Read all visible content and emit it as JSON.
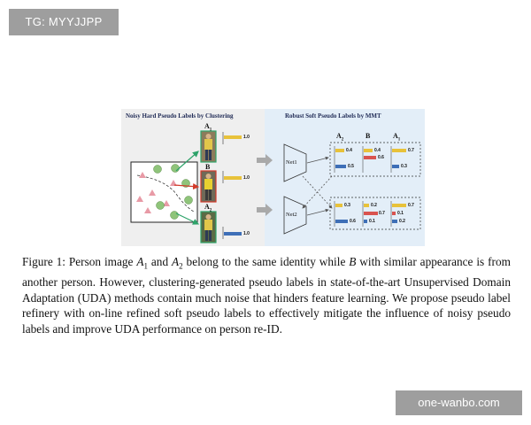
{
  "watermarks": {
    "top_left": "TG: MYYJJPP",
    "bottom_right": "one-wanbo.com"
  },
  "figure": {
    "left_title": "Noisy Hard Pseudo Labels by Clustering",
    "right_title": "Robust Soft Pseudo Labels by MMT",
    "persons": [
      {
        "label": "A",
        "sub": "1",
        "score": "1.0"
      },
      {
        "label": "B",
        "sub": "",
        "score": "1.0"
      },
      {
        "label": "A",
        "sub": "2",
        "score": "1.0"
      }
    ],
    "nets": [
      "Net1",
      "Net2"
    ],
    "column_headers": [
      {
        "label": "A",
        "sub": "2"
      },
      {
        "label": "B",
        "sub": ""
      },
      {
        "label": "A",
        "sub": "1"
      }
    ],
    "net1_bars": [
      [
        "0.4",
        "",
        "0.5"
      ],
      [
        "0.4",
        "0.6",
        ""
      ],
      [
        "0.7",
        "",
        "0.3"
      ]
    ],
    "net2_bars": [
      [
        "0.3",
        "",
        "0.6"
      ],
      [
        "0.2",
        "0.7",
        "0.1"
      ],
      [
        "0.7",
        "0.1",
        "0.2"
      ]
    ],
    "colors": {
      "yellow": "#e8c23a",
      "red": "#d9534f",
      "blue": "#3e6fb7",
      "green_circle": "#8fc47a",
      "pink_triangle": "#e89aa6",
      "arrow_green": "#2ea36a",
      "arrow_red": "#d23b2b",
      "arrow_grey": "#a9a9a9"
    }
  },
  "caption": {
    "line1_a": "Figure 1:  Person image ",
    "a1": "A",
    "a1_sub": "1",
    "line1_b": " and ",
    "a2": "A",
    "a2_sub": "2",
    "line1_c": " belong to the same identity while ",
    "b": "B",
    "rest": " with similar appearance is from another person. However, clustering-generated pseudo labels in state-of-the-art Unsupervised Domain Adaptation (UDA) methods contain much noise that hinders feature learning. We propose pseudo label refinery with on-line refined soft pseudo labels to effectively mitigate the influence of noisy pseudo labels and improve UDA performance on person re-ID."
  }
}
